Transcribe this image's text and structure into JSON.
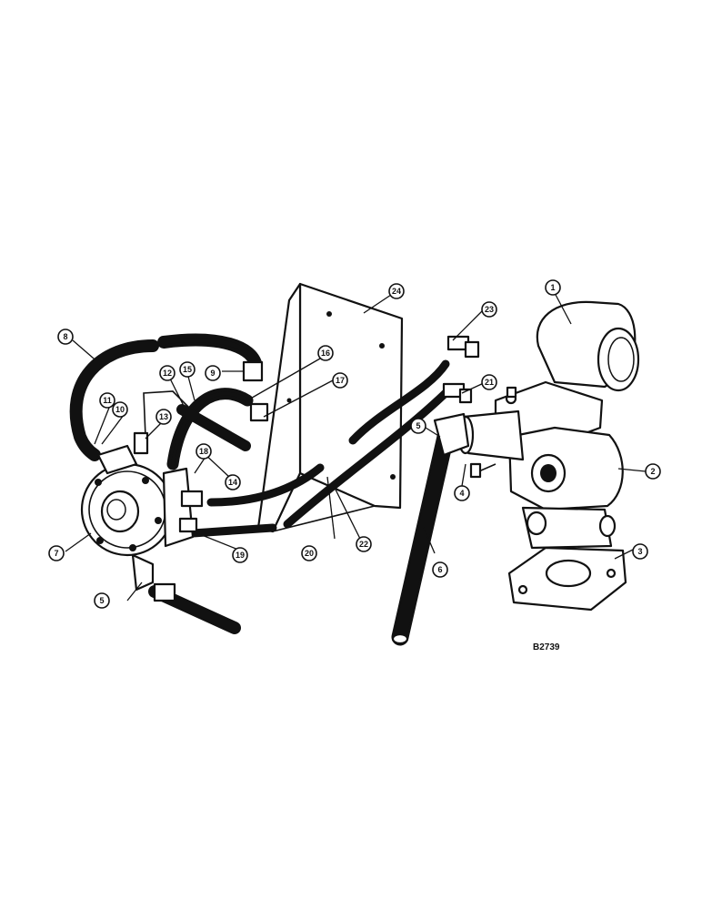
{
  "drawing_code": "B2739",
  "callouts": [
    {
      "id": "c1",
      "label": "1"
    },
    {
      "id": "c2",
      "label": "2"
    },
    {
      "id": "c3",
      "label": "3"
    },
    {
      "id": "c4",
      "label": "4"
    },
    {
      "id": "c5a",
      "label": "5"
    },
    {
      "id": "c5b",
      "label": "5"
    },
    {
      "id": "c6",
      "label": "6"
    },
    {
      "id": "c7",
      "label": "7"
    },
    {
      "id": "c8",
      "label": "8"
    },
    {
      "id": "c9",
      "label": "9"
    },
    {
      "id": "c10",
      "label": "10"
    },
    {
      "id": "c11",
      "label": "11"
    },
    {
      "id": "c12",
      "label": "12"
    },
    {
      "id": "c13",
      "label": "13"
    },
    {
      "id": "c14",
      "label": "14"
    },
    {
      "id": "c15",
      "label": "15"
    },
    {
      "id": "c16",
      "label": "16"
    },
    {
      "id": "c17",
      "label": "17"
    },
    {
      "id": "c18",
      "label": "18"
    },
    {
      "id": "c19",
      "label": "19"
    },
    {
      "id": "c20",
      "label": "20"
    },
    {
      "id": "c21",
      "label": "21"
    },
    {
      "id": "c22",
      "label": "22"
    },
    {
      "id": "c23",
      "label": "23"
    },
    {
      "id": "c24",
      "label": "24"
    }
  ]
}
